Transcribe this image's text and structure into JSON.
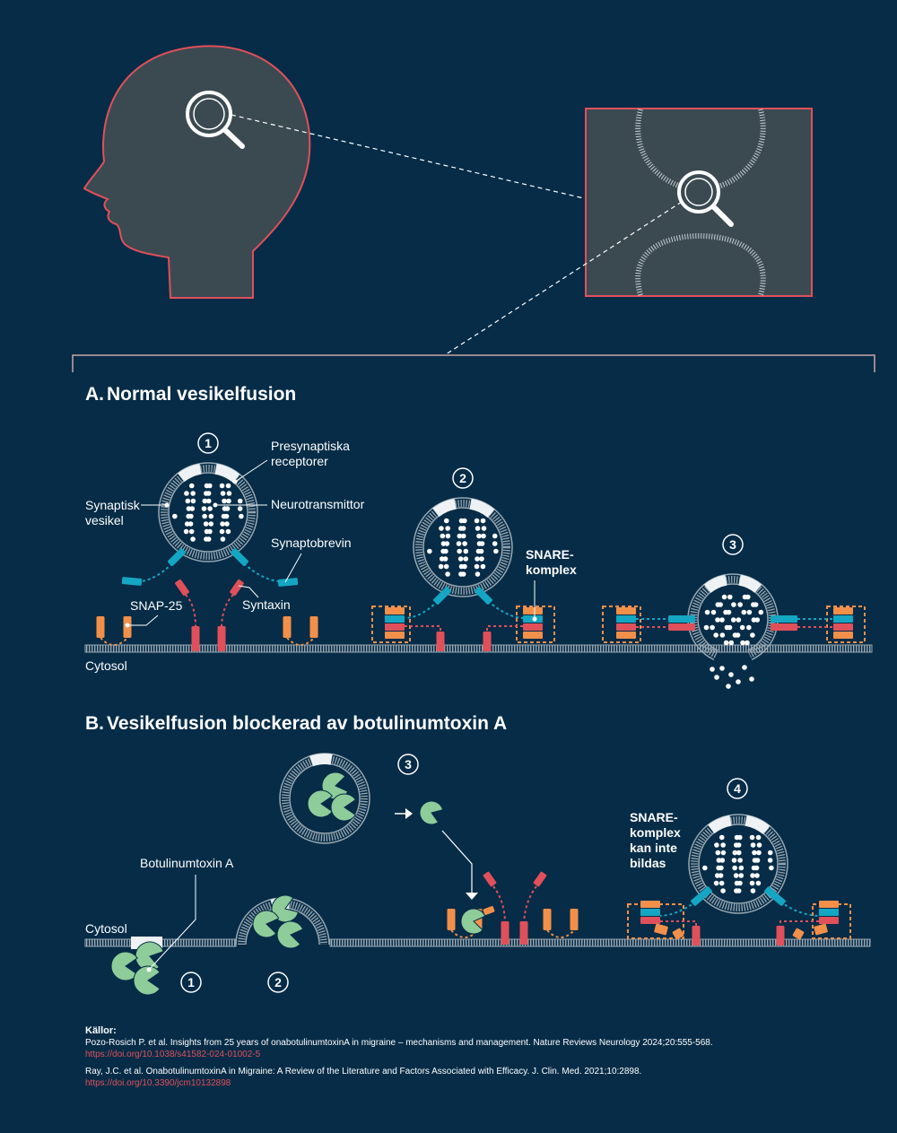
{
  "section_a": {
    "letter": "A.",
    "title": "Normal vesikelfusion",
    "steps": [
      "1",
      "2",
      "3"
    ],
    "labels": {
      "presynaptic_receptors_1": "Presynaptiska",
      "presynaptic_receptors_2": "receptorer",
      "synaptic_vesicle_1": "Synaptisk",
      "synaptic_vesicle_2": "vesikel",
      "neurotransmitter": "Neurotransmittor",
      "synaptobrevin": "Synaptobrevin",
      "snap25": "SNAP-25",
      "syntaxin": "Syntaxin",
      "cytosol": "Cytosol",
      "snare_1": "SNARE-",
      "snare_2": "komplex"
    }
  },
  "section_b": {
    "letter": "B.",
    "title": "Vesikelfusion blockerad av botulinumtoxin A",
    "steps": [
      "1",
      "2",
      "3",
      "4"
    ],
    "labels": {
      "botox": "Botulinumtoxin A",
      "cytosol": "Cytosol",
      "snare_fail_1": "SNARE-",
      "snare_fail_2": "komplex",
      "snare_fail_3": "kan inte",
      "snare_fail_4": "bildas"
    }
  },
  "sources": {
    "heading": "Källor:",
    "refs": [
      {
        "text": "Pozo-Rosich P. et al. Insights from 25 years of onabotulinumtoxinA in migraine – mechanisms and management. Nature Reviews Neurology 2024;20:555-568.",
        "link": "https://doi.org/10.1038/s41582-024-01002-5"
      },
      {
        "text": "Ray, J.C. et al. OnabotulinumtoxinA in Migraine: A Review of the Literature and Factors Associated with Efficacy. J. Clin. Med. 2021;10:2898.",
        "link": "https://doi.org/10.3390/jcm10132898"
      }
    ]
  },
  "colors": {
    "background": "#062c47",
    "outline_red": "#e0505a",
    "panel_gray": "#3b4a51",
    "membrane": "#9aa8b2",
    "synaptobrevin": "#14a6c2",
    "syntaxin": "#e0505a",
    "snap25": "#f2904a",
    "toxin": "#8ecc9a"
  }
}
